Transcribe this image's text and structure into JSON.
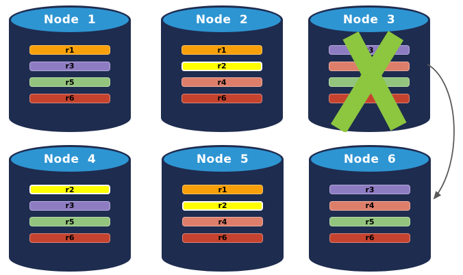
{
  "colors": {
    "cylinder_body": "#1E2C4F",
    "cylinder_top": "#2E95D3",
    "title_text": "#FFFFFF",
    "replica_label_text": "#000000",
    "failure_x": "#8DC63F",
    "arrow": "#595959",
    "background": "#FFFFFF"
  },
  "nodes": [
    {
      "title": "Node 1",
      "replicas": [
        {
          "label": "r1",
          "color": "#F7A009",
          "highlighted": false
        },
        {
          "label": "r3",
          "color": "#8E7CC3",
          "highlighted": false
        },
        {
          "label": "r5",
          "color": "#93C47D",
          "highlighted": false
        },
        {
          "label": "r6",
          "color": "#C5432E",
          "highlighted": false
        }
      ]
    },
    {
      "title": "Node 2",
      "replicas": [
        {
          "label": "r1",
          "color": "#F7A009",
          "highlighted": false
        },
        {
          "label": "r2",
          "color": "#FFFF00",
          "highlighted": true
        },
        {
          "label": "r4",
          "color": "#DD7E6B",
          "highlighted": false
        },
        {
          "label": "r6",
          "color": "#C5432E",
          "highlighted": false
        }
      ]
    },
    {
      "title": "Node 3",
      "replicas": [
        {
          "label": "r3",
          "color": "#8E7CC3",
          "highlighted": false
        },
        {
          "label": "",
          "color": "#DD7E6B",
          "highlighted": false
        },
        {
          "label": "",
          "color": "#93C47D",
          "highlighted": false
        },
        {
          "label": "",
          "color": "#C5432E",
          "highlighted": false
        }
      ]
    },
    {
      "title": "Node 4",
      "replicas": [
        {
          "label": "r2",
          "color": "#FFFF00",
          "highlighted": true
        },
        {
          "label": "r3",
          "color": "#8E7CC3",
          "highlighted": false
        },
        {
          "label": "r5",
          "color": "#93C47D",
          "highlighted": false
        },
        {
          "label": "r6",
          "color": "#C5432E",
          "highlighted": false
        }
      ]
    },
    {
      "title": "Node 5",
      "replicas": [
        {
          "label": "r1",
          "color": "#F7A009",
          "highlighted": false
        },
        {
          "label": "r2",
          "color": "#FFFF00",
          "highlighted": true
        },
        {
          "label": "r4",
          "color": "#DD7E6B",
          "highlighted": false
        },
        {
          "label": "r6",
          "color": "#C5432E",
          "highlighted": false
        }
      ]
    },
    {
      "title": "Node 6",
      "replicas": [
        {
          "label": "r3",
          "color": "#8E7CC3",
          "highlighted": false
        },
        {
          "label": "r4",
          "color": "#DD7E6B",
          "highlighted": false
        },
        {
          "label": "r5",
          "color": "#93C47D",
          "highlighted": false
        },
        {
          "label": "r6",
          "color": "#C5432E",
          "highlighted": false
        }
      ]
    }
  ],
  "annotations": {
    "failed_node": "Node 3",
    "arrow": {
      "from": "Node 3",
      "to": "Node 6"
    }
  }
}
